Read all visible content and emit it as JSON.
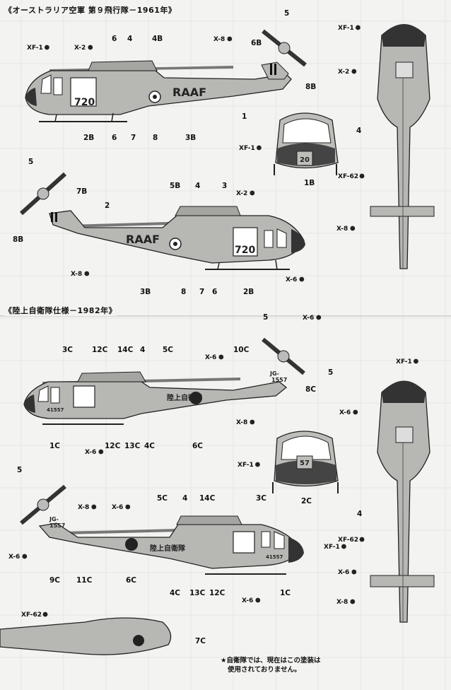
{
  "sections": [
    {
      "title": "《オーストラリア空軍 第９飛行隊－1961年》",
      "side_marking": "RAAF",
      "nose_number": "720",
      "front_number": "20"
    },
    {
      "title": "《陸上自衛隊仕様－1982年》",
      "jgsdf_text": "陸上自衛隊",
      "tail_code": "JG-",
      "tail_serial": "1557",
      "nose_serial": "41557",
      "front_number": "57"
    }
  ],
  "callouts": {
    "top_left": [
      "XF-1",
      "X-2",
      "6",
      "4",
      "4B",
      "5",
      "X-8",
      "6B",
      "8B",
      "2B",
      "6",
      "7",
      "8",
      "3B",
      "1"
    ],
    "top_right": [
      "XF-1",
      "X-2",
      "4",
      "XF-62",
      "X-8"
    ],
    "front_raaf": [
      "XF-1",
      "1B"
    ],
    "mid_left": [
      "5",
      "7B",
      "2",
      "8B",
      "X-8",
      "3B",
      "5B",
      "4",
      "3",
      "X-2",
      "8",
      "7",
      "6",
      "2B",
      "X-6"
    ],
    "jg_top": [
      "5",
      "X-6",
      "3C",
      "12C",
      "14C",
      "4",
      "5C",
      "X-6",
      "10C",
      "5",
      "8C",
      "1C",
      "X-6",
      "12C",
      "13C",
      "4C",
      "6C",
      "X-8"
    ],
    "jg_right": [
      "XF-1",
      "X-6",
      "4",
      "XF-62",
      "X-6",
      "X-8"
    ],
    "front_jg": [
      "XF-1",
      "2C"
    ],
    "jg_bottom": [
      "5",
      "X-8",
      "X-6",
      "5C",
      "4",
      "14C",
      "3C",
      "X-6",
      "9C",
      "11C",
      "6C",
      "4C",
      "13C",
      "12C",
      "1C",
      "XF-1",
      "X-6"
    ],
    "belly": [
      "XF-62",
      "7C"
    ]
  },
  "footnote": [
    "★自衛隊では、現在はこの塗装は",
    "使用されておりません。"
  ]
}
